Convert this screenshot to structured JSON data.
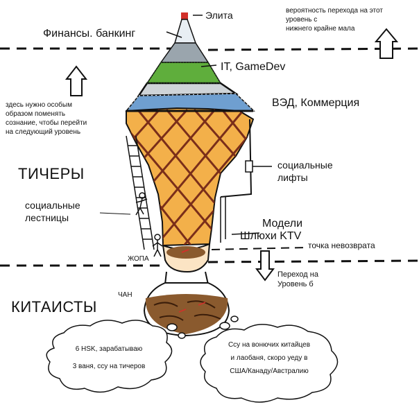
{
  "labels": {
    "elite": "Элита",
    "finance": "Финансы. банкинг",
    "it": "IT, GameDev",
    "ved": "ВЭД, Коммерция",
    "tichery": "ТИЧЕРЫ",
    "social_lifts_1": "социальные",
    "social_lifts_2": "лифты",
    "social_ladders_1": "социальные",
    "social_ladders_2": "лестницы",
    "models_1": "Модели",
    "models_2": "Шлюхи KTV",
    "no_return": "точка невозврата",
    "zhopa": "ЖОПА",
    "chan": "ЧАН",
    "kitaisty": "КИТАИСТЫ",
    "transition_1": "Переход на",
    "transition_2": "Уровень б",
    "probability_1": "вероятность перехода на этот",
    "probability_2": "уровень с",
    "probability_3": "нижнего крайне мала",
    "mind_1": "здесь нужно особым",
    "mind_2": "образом поменять",
    "mind_3": "сознание, чтобы перейти",
    "mind_4": "на следующий уровень"
  },
  "clouds": {
    "left_1": "6 HSK, зарабатываю",
    "left_2": "3 ваня, ссу на тичеров",
    "right_1": "Ссу на вонючих китайцев",
    "right_2": "и лаобаня, скоро уеду в",
    "right_3": "США/Канаду/Австралию"
  },
  "colors": {
    "cone_green": "#5fae3c",
    "cone_gray": "#9aa5ad",
    "cone_blue": "#6f9fd0",
    "ice_cream_orange": "#f3b04a",
    "lattice_brown": "#7a2e1a",
    "pot_brown": "#8a5a2e",
    "top_red": "#d2302a"
  }
}
